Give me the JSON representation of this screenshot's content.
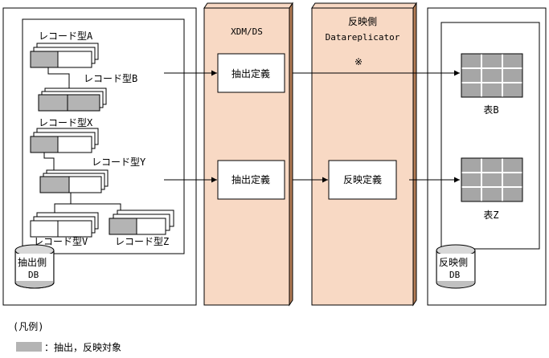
{
  "source_db": {
    "records": {
      "a": "レコード型A",
      "b": "レコード型B",
      "x": "レコード型X",
      "y": "レコード型Y",
      "v": "レコード型V",
      "z": "レコード型Z"
    },
    "db_label_line1": "抽出側",
    "db_label_line2": "DB"
  },
  "xdm_ds": {
    "title": "XDM/DS",
    "extract_def_1": "抽出定義",
    "extract_def_2": "抽出定義"
  },
  "replicator": {
    "title_line1": "反映側",
    "title_line2": "Datareplicator",
    "note_mark": "※",
    "reflect_def": "反映定義"
  },
  "target_db": {
    "table_b": "表B",
    "table_z": "表Z",
    "db_label_line1": "反映側",
    "db_label_line2": "DB"
  },
  "legend": {
    "title": "(凡例)",
    "item_label": "：抽出，反映対象"
  },
  "colors": {
    "panel_fill": "#f8d9c4",
    "panel_shadow": "#b47d56",
    "highlight_gray": "#b4b4b4",
    "table_gray": "#a6a6a6"
  }
}
